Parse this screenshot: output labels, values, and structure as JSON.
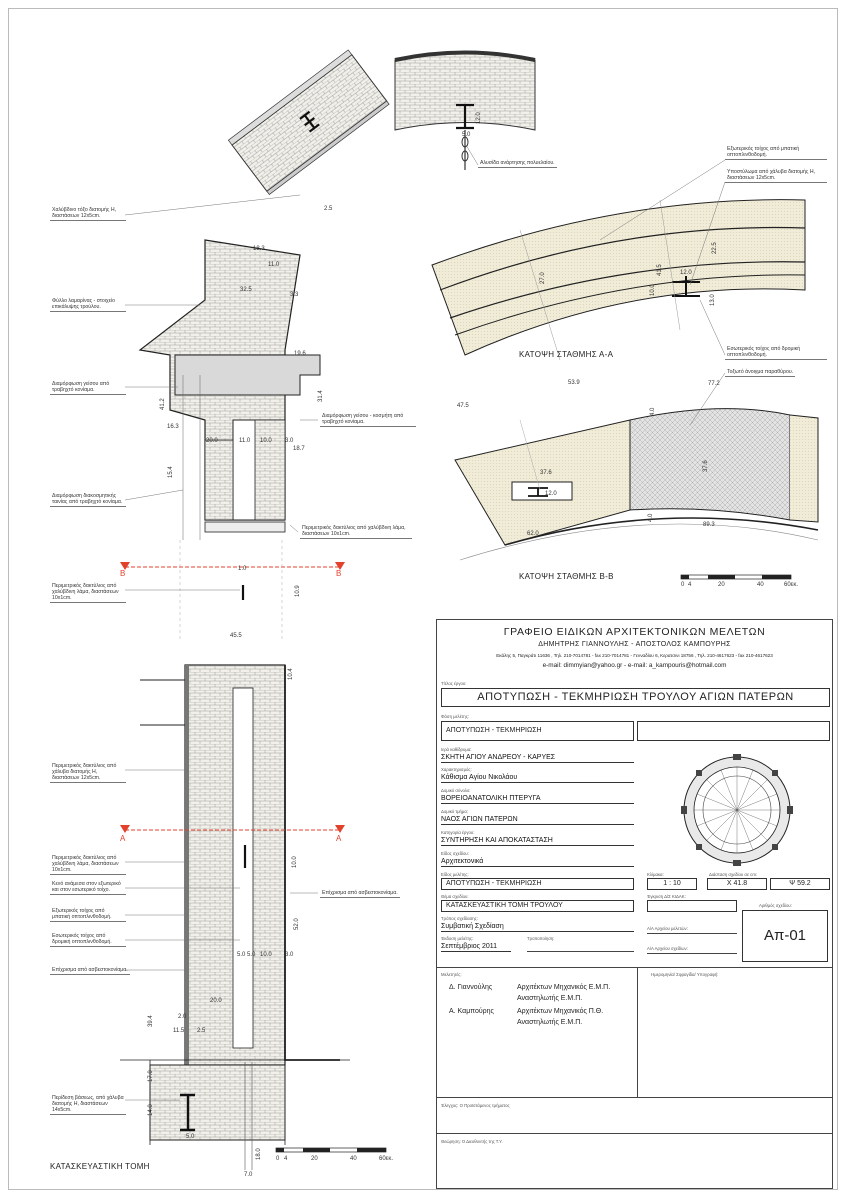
{
  "notes": {
    "chain": "Αλυσίδα ανάρτησης πολυελαίου.",
    "hbeam_arch": "Χαλύβδινο τόξο διατομής Η, διαστάσεων 12x5cm.",
    "metal_sheet": "Φύλλο λαμαρίνας - στοιχείο επικάλυψης τρούλου.",
    "cornice": "Διαμόρφωση γείσου από τραβηχτό κονίαμα.",
    "cornice_cover": "Διαμόρφωση γείσου - κοσμήτη από τραβηχτό κονίαμα.",
    "band": "Διαμόρφωση διακοσμητικής ταινίας από τραβηχτό κονίαμα.",
    "ring_flat": "Περιμετρικός δακτύλιος από χαλύβδινη λάμα, διαστάσεων 10x1cm.",
    "ring_flat_b": "Περιμετρικός δακτύλιος από χαλύβδινη λάμα, διαστάσεων 10x1cm.",
    "ring_h": "Περιμετρικός δακτύλιος από χάλυβα διατομής Η, διαστάσεων 12x5cm.",
    "ring_flat_c": "Περιμετρικός δακτύλιος από χαλύβδινη λάμα, διαστάσεων 10x1cm.",
    "void": "Κενό ανάμεσα στον εξωτερικό και στον εσωτερικό τοίχο.",
    "outer_arch_solid": "Εξωτερικός τοίχος από μπατική οπτοπλινθοδομή.",
    "inner_arch": "Εσωτερικός τοίχος από δρομική οπτοπλινθοδομή.",
    "plaster_lime": "Επίχρισμα από ασβεστοκονίαμα.",
    "plaster_lime_b": "Επίχρισμα από ασβεστοκονίαμα.",
    "base_ring": "Περίδεση βάσεως, από χάλυβα διατομής Η, διαστάσεων 14x5cm.",
    "outer_arch": "Εξωτερικός τοίχος από μπατική οπτοπλινθοδομή.",
    "steel_lintel": "Υποστύλωμα από χάλυβα διατομής Η, διαστάσεων 12x5cm.",
    "inner_wall": "Εσωτερικός τοίχος από δρομική οπτοπλινθοδομή.",
    "window": "Τοξωτό άνοιγμα παραθύρου."
  },
  "captions": {
    "plan_a": "ΚΑΤΟΨΗ ΣΤΑΘΜΗΣ Α-Α",
    "plan_b": "ΚΑΤΟΨΗ ΣΤΑΘΜΗΣ Β-Β",
    "section": "ΚΑΤΑΣΚΕΥΑΣΤΙΚΗ ΤΟΜΗ",
    "marker_a": "Α",
    "marker_b": "Β"
  },
  "dims": {
    "d50": "5.0",
    "d12t": "12.0",
    "d25": "2.5",
    "d183": "18.3",
    "d110": "11.0",
    "d325": "32.5",
    "d33": "3.3",
    "d196": "19.6",
    "d412": "41.2",
    "d314": "31.4",
    "d163": "16.3",
    "d200": "20.0",
    "d110b": "11.0",
    "d100": "10.0",
    "d30": "3.0",
    "d187": "18.7",
    "d154": "15.4",
    "d225": "22.5",
    "d415": "41.5",
    "d120": "12.0",
    "d130": "13.0",
    "d270": "27.0",
    "d100a": "10.0",
    "d539": "53.9",
    "d772": "77.2",
    "d475": "47.5",
    "d40": "4.0",
    "d376": "37.6",
    "d376b": "37.6",
    "d120b": "12.0",
    "d893": "89.3",
    "d620": "62.0",
    "d40b": "4.0",
    "d10": "1.0",
    "d109": "10.9",
    "d455": "45.5",
    "d104": "10.4",
    "d100s": "10.0",
    "d520": "52.0",
    "d50a": "5.0",
    "d50b": "5.0",
    "d100c": "10.0",
    "d30b": "3.0",
    "d394": "39.4",
    "d20": "2.0",
    "d200b": "20.0",
    "d115": "11.5",
    "d25b": "2.5",
    "d170": "17.0",
    "d140": "14.0",
    "d50c": "5.0",
    "d180": "18.0",
    "d70": "7.0"
  },
  "scale_bar": {
    "upper": [
      "0",
      "4",
      "20",
      "40",
      "60εκ."
    ],
    "lower": [
      "0",
      "4",
      "20",
      "40",
      "60εκ."
    ]
  },
  "title_block": {
    "office": "ΓΡΑΦΕΙΟ ΕΙΔΙΚΩΝ ΑΡΧΙΤΕΚΤΟΝΙΚΩΝ ΜΕΛΕΤΩΝ",
    "partners": "ΔΗΜΗΤΡΗΣ ΓΙΑΝΝΟΥΛΗΣ  -  ΑΠΟΣΤΟΛΟΣ ΚΑΜΠΟΥΡΗΣ",
    "address": "Εκάλης 5, Παγκράτι 11636 , Τηλ. 210-7014781 - fax 210-7014781 - Γενναδίου 6, Κερατσινι 18756 , Τηλ. 210-4617623 - fax 210-4617623",
    "email": "e-mail: dimmyian@yahoo.gr - e-mail: a_kampouris@hotmail.com",
    "project_label": "Τίτλος έργου:",
    "project": "ΑΠΟΤΥΠΩΣΗ - ΤΕΚΜΗΡΙΩΣΗ ΤΡΟΥΛΟΥ ΑΓΙΩΝ ΠΑΤΕΡΩΝ",
    "phase_label": "Φάση μελέτης:",
    "phase": "ΑΠΟΤΥΠΩΣΗ - ΤΕΚΜΗΡΙΩΣΗ",
    "site_label": "Ιερά καθίδρυμα:",
    "site": "ΣΚΗΤΗ ΑΓΙΟΥ ΑΝΔΡΕΟΥ - ΚΑΡΥΕΣ",
    "location_label": "Χαρακτηρισμός:",
    "location": "Κάθισμα Αγίου Νικολάου",
    "wing_label": "Δομικό σύνολο:",
    "wing": "ΒΟΡΕΙΟΑΝΑΤΟΛΙΚΗ ΠΤΕΡΥΓΑ",
    "building_label": "Δομικό τμήμα:",
    "building": "ΝΑΟΣ ΑΓΙΩΝ ΠΑΤΕΡΩΝ",
    "category_label": "Κατηγορία έργου:",
    "category": "ΣΥΝΤΗΡΗΣΗ ΚΑΙ ΑΠΟΚΑΤΑΣΤΑΣΗ",
    "type_label": "Είδος σχεδίου:",
    "type": "Αρχιτεκτονικά",
    "kind_label": "Είδος μελέτης:",
    "kind": "ΑΠΟΤΥΠΩΣΗ - ΤΕΚΜΗΡΙΩΣΗ",
    "scale_label": "Κλίμακα:",
    "scale": "1 : 10",
    "size_label": "Διάσταση σχεδίου σε cm:",
    "size_x": "Χ 41.8",
    "size_y": "Ψ 59.2",
    "drawing_title_label": "Θέμα σχεδίου:",
    "drawing_title": "ΚΑΤΑΣΚΕΥΑΣΤΙΚΗ ΤΟΜΗ ΤΡΟΥΛΟΥ",
    "approval_label": "Έγκριση Δ/Σ ΚΙΔΑΚ:",
    "drawing_mode_label": "Τρόπος σχεδίασης:",
    "drawing_mode": "Συμβατική Σχεδίαση",
    "archive_label": "Α/Α Αρχείου μελετών:",
    "date_label": "Έκδοση μελέτης:",
    "date": "Σεπτέμβριος 2011",
    "revision_label": "Τροποποίηση:",
    "archive2_label": "Α/Α Αρχείου σχεδίων:",
    "number_label": "Αριθμός σχεδίου:",
    "number": "Απ-01",
    "team_label": "Μελετητές:",
    "team1_name": "Δ. Γιαννούλης",
    "team1_role1": "Αρχιτέκτων Μηχανικός Ε.Μ.Π.",
    "team1_role2": "Αναστηλωτής Ε.Μ.Π.",
    "team2_name": "Α. Καμπούρης",
    "team2_role1": "Αρχιτέκτων Μηχανικός Π.Θ.",
    "team2_role2": "Αναστηλωτής Ε.Μ.Π.",
    "sign_label": "Ημερομηνία/ Σφραγίδα/ Υπογραφή:",
    "check_label": "Έλεγχος: Ο Προϊστάμενος τμήματος",
    "approve_label": "Θεώρηση: Ο Διευθυντής της Τ.Υ."
  }
}
